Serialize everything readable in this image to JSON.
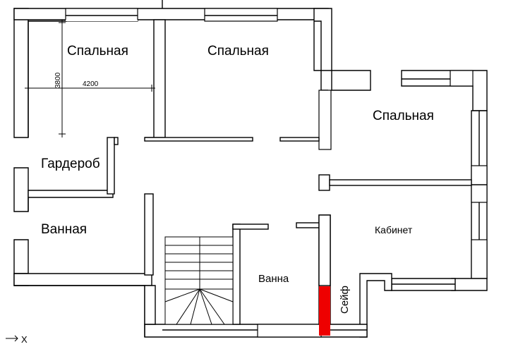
{
  "rooms": {
    "bedroom_1": "Спальная",
    "bedroom_2": "Спальная",
    "bedroom_3": "Спальная",
    "wardrobe": "Гардероб",
    "bathroom_1": "Ванная",
    "bathroom_2": "Ванна",
    "study": "Кабинет",
    "safe": "Сейф"
  },
  "dimensions": {
    "width": "4200",
    "height": "3800"
  },
  "axis_marker": "X",
  "colors": {
    "safe": "#ee0000",
    "wall": "#000000"
  }
}
